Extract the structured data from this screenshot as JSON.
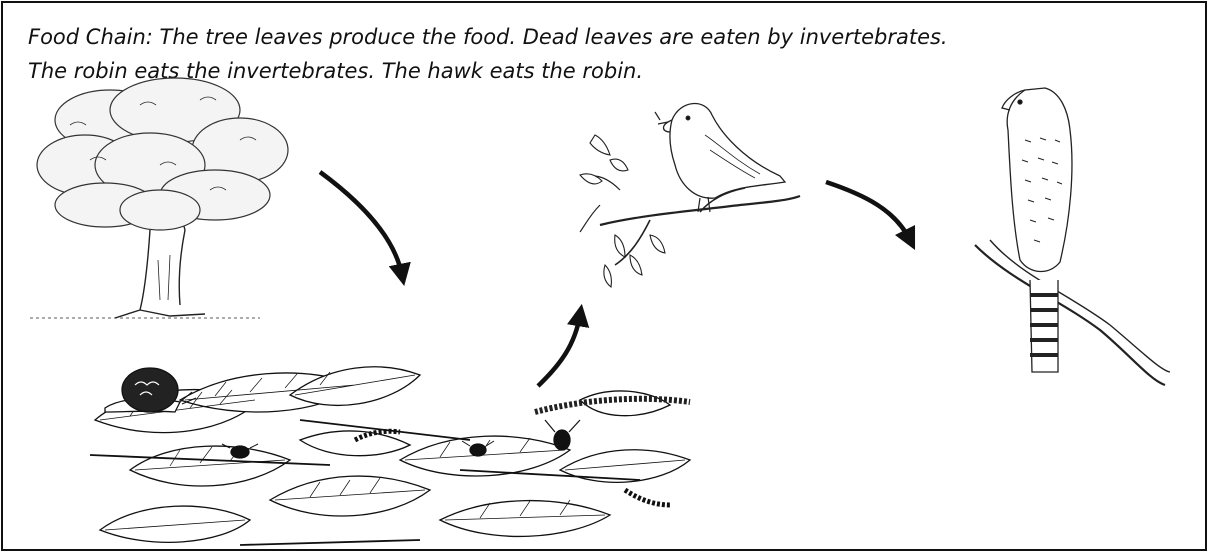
{
  "caption": {
    "line1": "Food Chain:   The tree leaves produce the food.  Dead leaves are eaten by invertebrates.",
    "line2": "The robin eats the invertebrates.  The hawk eats the robin."
  },
  "organisms": [
    {
      "id": "tree",
      "description_icon": "oak-tree-illustration"
    },
    {
      "id": "leaf-litter-invertebrates",
      "description_icon": "leaf-litter-illustration"
    },
    {
      "id": "robin",
      "description_icon": "robin-on-branch-illustration"
    },
    {
      "id": "hawk",
      "description_icon": "hawk-on-branch-illustration"
    }
  ],
  "arrows": [
    {
      "from": "tree",
      "to": "leaf-litter-invertebrates"
    },
    {
      "from": "leaf-litter-invertebrates",
      "to": "robin"
    },
    {
      "from": "robin",
      "to": "hawk"
    }
  ],
  "colors": {
    "ink": "#111111",
    "background": "#ffffff"
  }
}
